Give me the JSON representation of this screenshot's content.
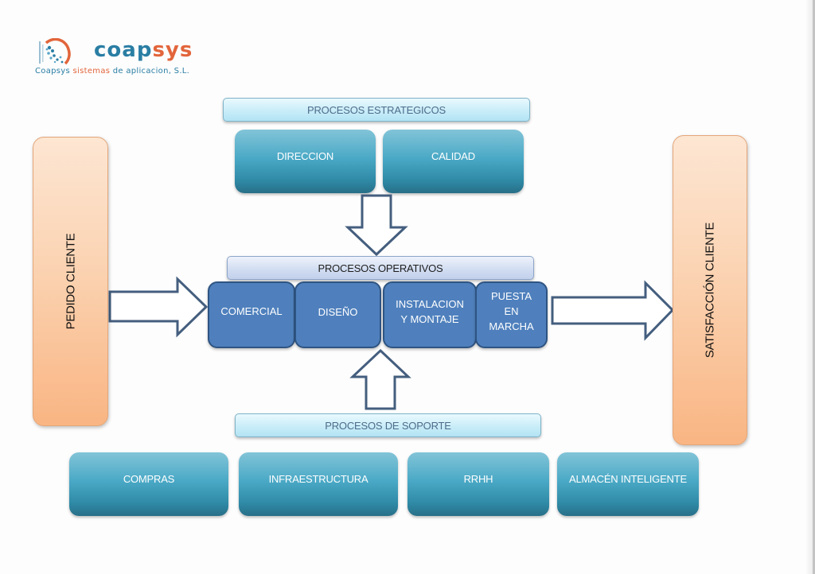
{
  "logo": {
    "icon": "coapsys-globe-logo-icon",
    "name_part1": "coap",
    "name_part2": "sys",
    "tagline_part1": "Coapsys",
    "tagline_part2": "sistemas",
    "tagline_part3": "de aplicacion, S.L."
  },
  "strategic": {
    "header": "PROCESOS ESTRATEGICOS",
    "items": [
      "DIRECCION",
      "CALIDAD"
    ]
  },
  "operative": {
    "header": "PROCESOS OPERATIVOS",
    "items": [
      {
        "line1": "COMERCIAL",
        "line2": "",
        "line3": ""
      },
      {
        "line1": "DISEÑO",
        "line2": "",
        "line3": ""
      },
      {
        "line1": "INSTALACION",
        "line2": "Y MONTAJE",
        "line3": ""
      },
      {
        "line1": "PUESTA",
        "line2": "EN",
        "line3": "MARCHA"
      }
    ]
  },
  "support": {
    "header": "PROCESOS DE SOPORTE",
    "items": [
      "COMPRAS",
      "INFRAESTRUCTURA",
      "RRHH",
      "ALMACÉN INTELIGENTE"
    ]
  },
  "input_pillar": "PEDIDO CLIENTE",
  "output_pillar": "SATISFACCIÓN CLIENTE",
  "arrows": {
    "input": "arrow-right-icon",
    "output": "arrow-right-icon",
    "strategic_to_operative": "arrow-down-icon",
    "support_to_operative": "arrow-up-icon"
  },
  "colors": {
    "brand_blue": "#2a7ea4",
    "brand_orange": "#e2653b",
    "teal_box": "#4aa9c6",
    "operative_box": "#4f80bd",
    "pillar": "#fbd3b2",
    "arrow_outline": "#445e7e"
  }
}
